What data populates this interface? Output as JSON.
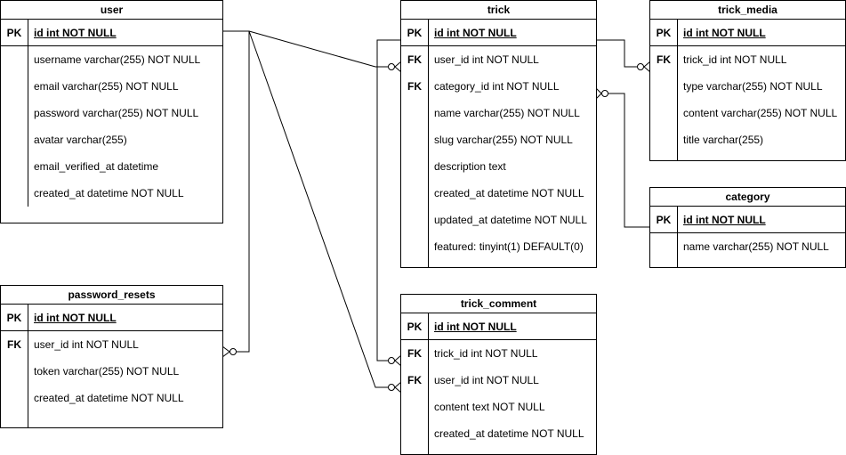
{
  "entities": [
    {
      "id": "user",
      "title": "user",
      "fields": [
        {
          "key": "PK",
          "text": "id int NOT NULL",
          "pk": true
        },
        {
          "key": "",
          "text": "username varchar(255) NOT NULL"
        },
        {
          "key": "",
          "text": "email varchar(255) NOT NULL"
        },
        {
          "key": "",
          "text": "password varchar(255) NOT NULL"
        },
        {
          "key": "",
          "text": "avatar varchar(255)"
        },
        {
          "key": "",
          "text": "email_verified_at datetime"
        },
        {
          "key": "",
          "text": "created_at datetime NOT NULL"
        }
      ]
    },
    {
      "id": "password_resets",
      "title": "password_resets",
      "fields": [
        {
          "key": "PK",
          "text": "id int NOT NULL",
          "pk": true
        },
        {
          "key": "FK",
          "text": "user_id int NOT NULL"
        },
        {
          "key": "",
          "text": "token varchar(255) NOT NULL"
        },
        {
          "key": "",
          "text": "created_at datetime NOT NULL"
        }
      ]
    },
    {
      "id": "trick",
      "title": "trick",
      "fields": [
        {
          "key": "PK",
          "text": "id int NOT NULL",
          "pk": true
        },
        {
          "key": "FK",
          "text": "user_id int NOT NULL"
        },
        {
          "key": "FK",
          "text": "category_id int NOT NULL"
        },
        {
          "key": "",
          "text": "name varchar(255) NOT NULL"
        },
        {
          "key": "",
          "text": "slug varchar(255) NOT NULL"
        },
        {
          "key": "",
          "text": "description text"
        },
        {
          "key": "",
          "text": "created_at datetime NOT NULL"
        },
        {
          "key": "",
          "text": "updated_at datetime NOT NULL"
        },
        {
          "key": "",
          "text": "featured: tinyint(1) DEFAULT(0)"
        }
      ]
    },
    {
      "id": "trick_comment",
      "title": "trick_comment",
      "fields": [
        {
          "key": "PK",
          "text": "id int NOT NULL",
          "pk": true
        },
        {
          "key": "FK",
          "text": "trick_id int NOT NULL"
        },
        {
          "key": "FK",
          "text": "user_id int NOT NULL"
        },
        {
          "key": "",
          "text": "content text NOT NULL"
        },
        {
          "key": "",
          "text": "created_at datetime NOT NULL"
        }
      ]
    },
    {
      "id": "trick_media",
      "title": "trick_media",
      "fields": [
        {
          "key": "PK",
          "text": "id int NOT NULL",
          "pk": true
        },
        {
          "key": "FK",
          "text": "trick_id int NOT NULL"
        },
        {
          "key": "",
          "text": "type varchar(255) NOT NULL"
        },
        {
          "key": "",
          "text": "content varchar(255) NOT NULL"
        },
        {
          "key": "",
          "text": "title varchar(255)"
        }
      ]
    },
    {
      "id": "category",
      "title": "category",
      "fields": [
        {
          "key": "PK",
          "text": "id int NOT NULL",
          "pk": true
        },
        {
          "key": "",
          "text": "name varchar(255) NOT NULL"
        }
      ]
    }
  ],
  "relationships": [
    {
      "from": "user.id",
      "to": "password_resets.user_id",
      "cardinality": "one-to-many"
    },
    {
      "from": "user.id",
      "to": "trick.user_id",
      "cardinality": "one-to-many"
    },
    {
      "from": "user.id",
      "to": "trick_comment.user_id",
      "cardinality": "one-to-many"
    },
    {
      "from": "trick.id",
      "to": "trick_comment.trick_id",
      "cardinality": "one-to-many"
    },
    {
      "from": "trick.id",
      "to": "trick_media.trick_id",
      "cardinality": "one-to-many"
    },
    {
      "from": "category.id",
      "to": "trick.category_id",
      "cardinality": "one-to-many"
    }
  ],
  "colors": {
    "line": "#000000",
    "background": "#ffffff",
    "text": "#000000"
  }
}
